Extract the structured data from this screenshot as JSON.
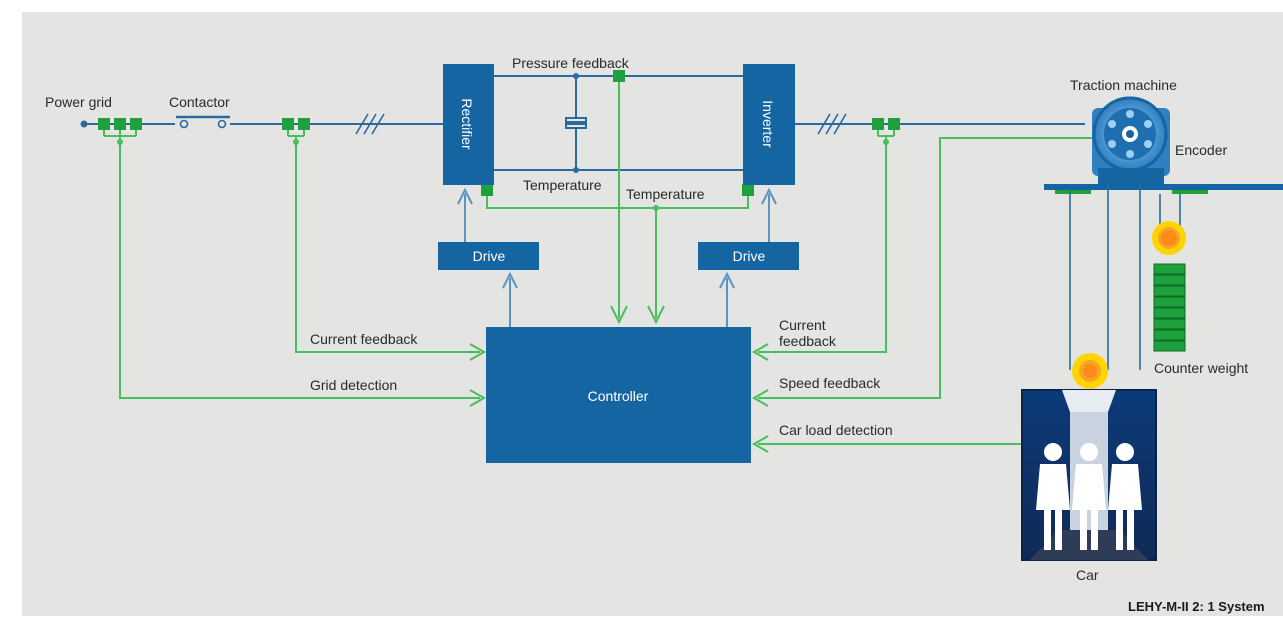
{
  "labels": {
    "power_grid": "Power grid",
    "contactor": "Contactor",
    "rectifier": "Rectifier",
    "inverter": "Inverter",
    "pressure_feedback": "Pressure feedback",
    "temperature_left": "Temperature",
    "temperature_right": "Temperature",
    "drive_left": "Drive",
    "drive_right": "Drive",
    "controller": "Controller",
    "current_feedback_left": "Current feedback",
    "grid_detection": "Grid detection",
    "current_feedback_right_1": "Current",
    "current_feedback_right_2": "feedback",
    "speed_feedback": "Speed feedback",
    "car_load_detection": "Car load detection",
    "traction_machine": "Traction machine",
    "encoder": "Encoder",
    "counter_weight": "Counter weight",
    "car": "Car",
    "footer": "LEHY-M-II 2: 1 System"
  },
  "colors": {
    "background": "#e4e4e2",
    "blue": "#1565a3",
    "blue_line": "#2a6aa0",
    "green": "#47bf5a",
    "green_node": "#1ea03c",
    "orange": "#f5a623"
  }
}
